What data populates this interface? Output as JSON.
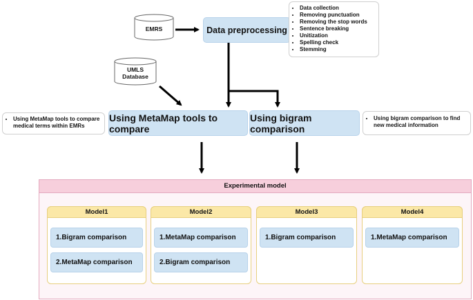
{
  "inputs": {
    "emrs": "EMRS",
    "umls_line1": "UMLS",
    "umls_line2": "Database"
  },
  "preprocessing": {
    "title": "Data preprocessing",
    "steps": [
      "Data collection",
      "Removing punctuation",
      "Removing the stop words",
      "Sentence breaking",
      "Unitization",
      "Spelling check",
      "Stemming"
    ]
  },
  "methods": {
    "metamap": "Using MetaMap tools to compare",
    "bigram": "Using bigram comparison",
    "metamap_note": "Using MetaMap tools to compare medical terms within EMRs",
    "bigram_note": "Using bigram comparison to find new medical information"
  },
  "experimental": {
    "title": "Experimental model",
    "models": [
      {
        "name": "Model1",
        "items": [
          "1.Bigram comparison",
          "2.MetaMap comparison"
        ]
      },
      {
        "name": "Model2",
        "items": [
          "1.MetaMap comparison",
          "2.Bigram comparison"
        ]
      },
      {
        "name": "Model3",
        "items": [
          "1.Bigram comparison"
        ]
      },
      {
        "name": "Model4",
        "items": [
          "1.MetaMap comparison"
        ]
      }
    ]
  }
}
